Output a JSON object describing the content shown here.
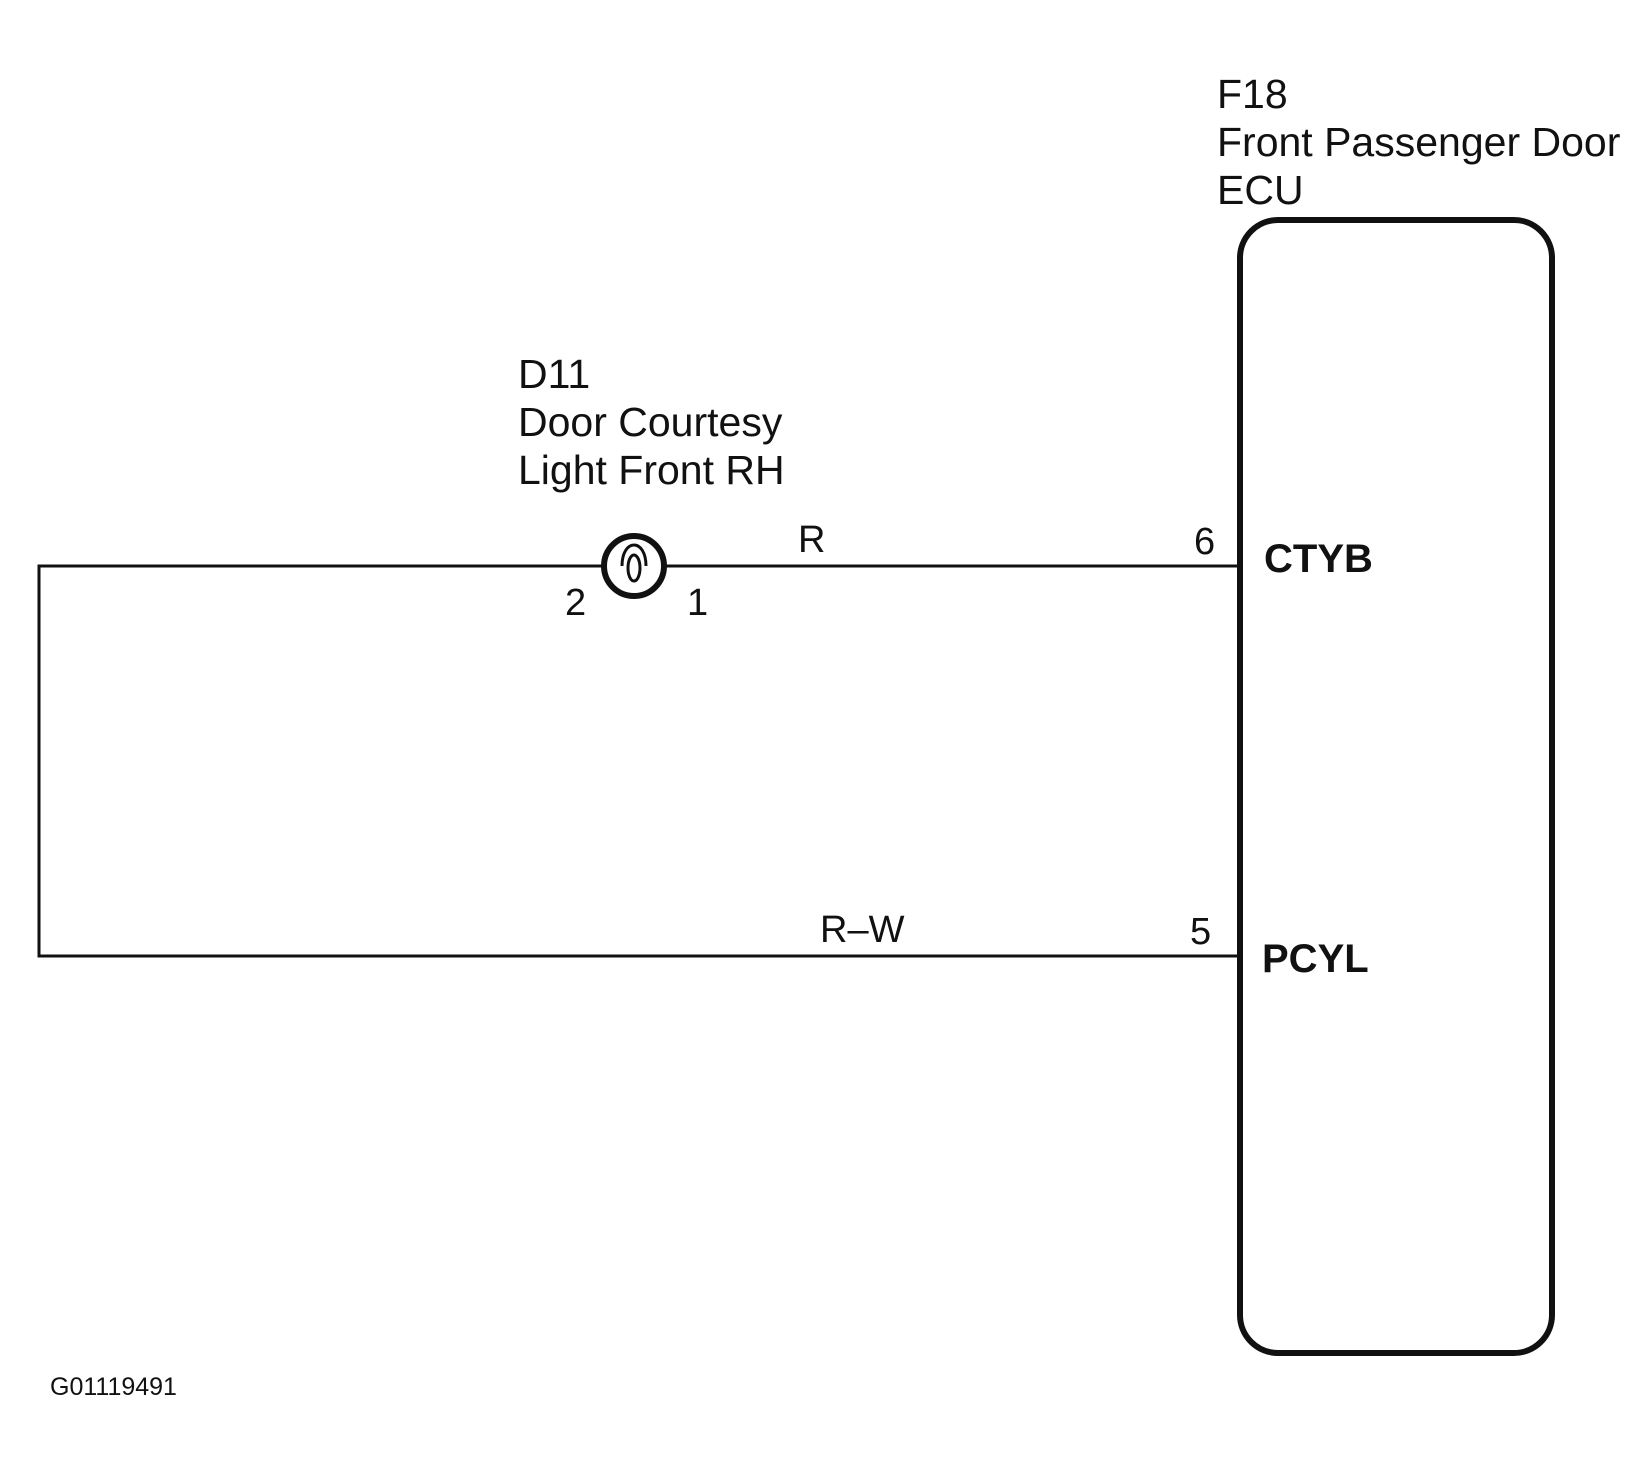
{
  "ecu": {
    "code": "F18",
    "name_line1": "Front Passenger Door",
    "name_line2": "ECU",
    "terminals": [
      {
        "pin": "6",
        "name": "CTYB"
      },
      {
        "pin": "5",
        "name": "PCYL"
      }
    ]
  },
  "lamp": {
    "code": "D11",
    "name_line1": "Door Courtesy",
    "name_line2": "Light Front RH",
    "pin_left": "2",
    "pin_right": "1"
  },
  "wires": [
    {
      "color_code": "R"
    },
    {
      "color_code": "R–W"
    }
  ],
  "figure_ref": "G01119491"
}
